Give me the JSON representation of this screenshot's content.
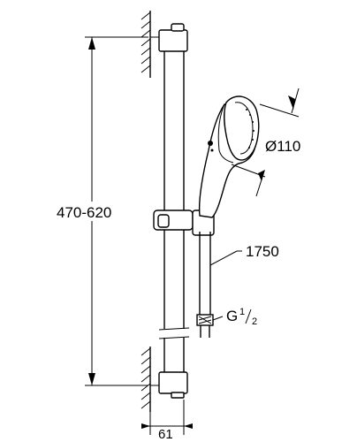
{
  "dimensions": {
    "rail_height": "470-620",
    "head_diameter": "Ø110",
    "hose_length": "1750",
    "thread_prefix": "G",
    "thread_numerator": "1",
    "thread_denominator": "2",
    "wall_offset": "61"
  }
}
